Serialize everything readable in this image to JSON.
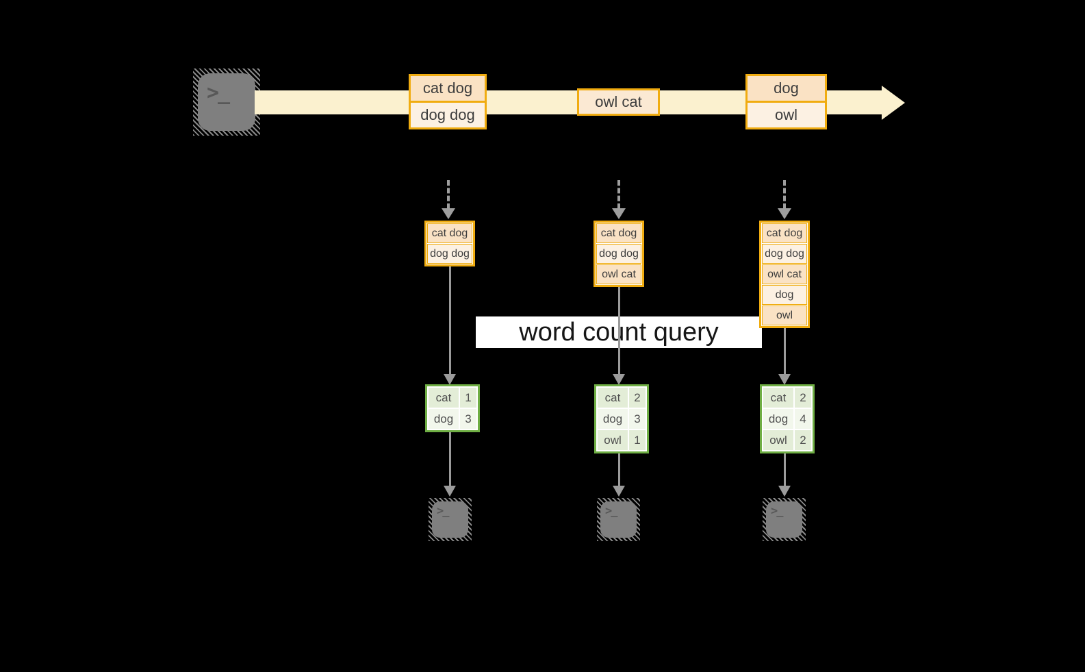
{
  "title": "word count query",
  "colors": {
    "background": "#000000",
    "stream_band": "#FBF1CF",
    "orange_stroke": "#F0AC10",
    "cell_peach": "#FAE2C4",
    "cell_cream": "#FCF1E3",
    "green_stroke": "#6FAE44",
    "green_fill_dark": "#E3EDD7",
    "green_fill_light": "#F2F7EC",
    "arrow_gray": "#9B9B9B",
    "terminal_gray": "#7F7F7F"
  },
  "stream": {
    "source_icon": "terminal-icon",
    "batches": [
      {
        "lines": [
          "cat dog",
          "dog dog"
        ]
      },
      {
        "lines": [
          "owl cat"
        ]
      },
      {
        "lines": [
          "dog",
          "owl"
        ]
      }
    ]
  },
  "query_label": "word count query",
  "columns": [
    {
      "state": [
        "cat dog",
        "dog dog"
      ],
      "counts": [
        {
          "word": "cat",
          "count": "1"
        },
        {
          "word": "dog",
          "count": "3"
        }
      ],
      "sink_icon": "terminal-icon"
    },
    {
      "state": [
        "cat dog",
        "dog dog",
        "owl cat"
      ],
      "counts": [
        {
          "word": "cat",
          "count": "2"
        },
        {
          "word": "dog",
          "count": "3"
        },
        {
          "word": "owl",
          "count": "1"
        }
      ],
      "sink_icon": "terminal-icon"
    },
    {
      "state": [
        "cat dog",
        "dog dog",
        "owl cat",
        "dog",
        "owl"
      ],
      "counts": [
        {
          "word": "cat",
          "count": "2"
        },
        {
          "word": "dog",
          "count": "4"
        },
        {
          "word": "owl",
          "count": "2"
        }
      ],
      "sink_icon": "terminal-icon"
    }
  ],
  "terminal_glyph": ">_"
}
